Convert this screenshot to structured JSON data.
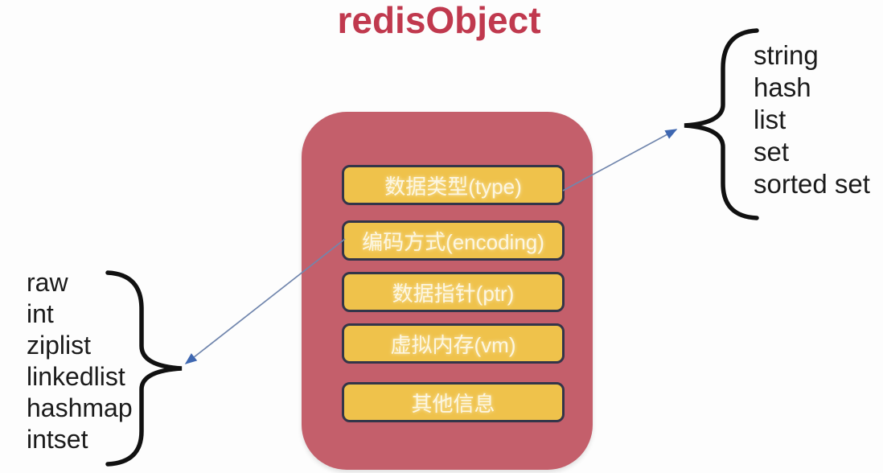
{
  "title": "redisObject",
  "object_fields": [
    "数据类型(type)",
    "编码方式(encoding)",
    "数据指针(ptr)",
    "虚拟内存(vm)",
    "其他信息"
  ],
  "type_values": [
    "string",
    "hash",
    "list",
    "set",
    "sorted set"
  ],
  "encoding_values": [
    "raw",
    "int",
    "ziplist",
    "linkedlist",
    "hashmap",
    "intset"
  ],
  "colors": {
    "background": "#fdfdfd",
    "title_text": "#c0394e",
    "container_fill": "#c45f6b",
    "field_fill": "#efc24b",
    "field_border": "#333549",
    "field_text": "#fcf6e2",
    "list_text": "#1b1b1b",
    "brace_stroke": "#111111",
    "arrow_line": "#7186ad",
    "arrow_head": "#3e67b1"
  }
}
